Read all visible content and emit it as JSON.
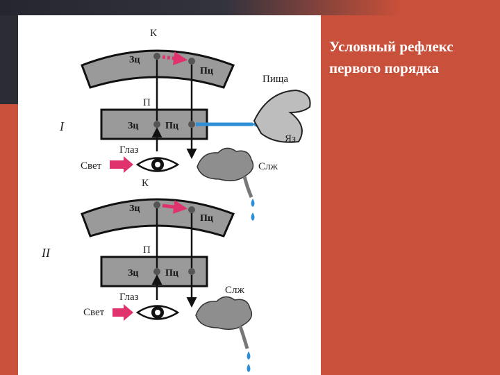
{
  "slide": {
    "title_line1": "Условный рефлекс",
    "title_line2": "первого порядка"
  },
  "colors": {
    "background": "#c9503a",
    "dark_bar": "#2c2c35",
    "panel": "#ffffff",
    "block_fill": "#9a9a9a",
    "pink_arrow": "#e0336e",
    "blue_line": "#2f8fd6",
    "drops": "#2f8fd6"
  },
  "diagram": {
    "section1": {
      "roman": "I",
      "cortex_label": "К",
      "cortex_left": "Зц",
      "cortex_right": "Пц",
      "sub_label": "П",
      "sub_left": "Зц",
      "sub_right": "Пц",
      "food_label": "Пища",
      "tongue_label": "Яз",
      "eye_label": "Глаз",
      "light_label": "Свет",
      "gland_label": "Слж"
    },
    "section2": {
      "roman": "II",
      "cortex_label": "К",
      "cortex_left": "Зц",
      "cortex_right": "Пц",
      "sub_label": "П",
      "sub_left": "Зц",
      "sub_right": "Пц",
      "eye_label": "Глаз",
      "light_label": "Свет",
      "gland_label": "Слж"
    }
  }
}
